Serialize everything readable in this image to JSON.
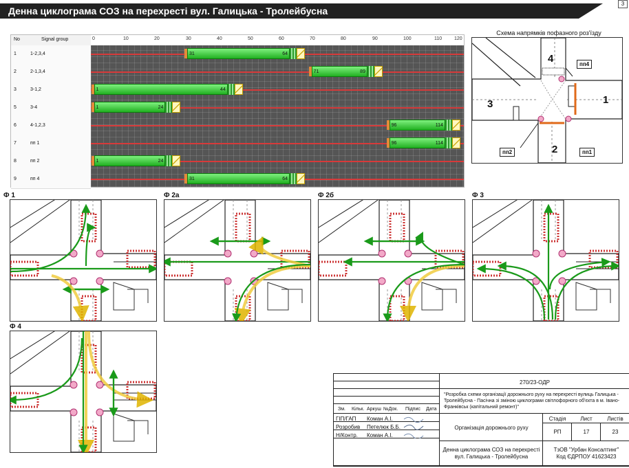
{
  "title": "Денна циклограма СОЗ на перехресті вул. Галицька - Тролейбусна",
  "corner_mark": "3",
  "cyclogram": {
    "header": {
      "no": "No",
      "group": "Signal group"
    },
    "scale_ticks": [
      "0",
      "10",
      "20",
      "30",
      "40",
      "50",
      "60",
      "70",
      "80",
      "90",
      "100",
      "110",
      "120"
    ],
    "cycle_length": 120,
    "rows": [
      {
        "no": "1",
        "group": "1-2,3,4",
        "start": 31,
        "end": 64
      },
      {
        "no": "2",
        "group": "2-1,3,4",
        "start": 71,
        "end": 89
      },
      {
        "no": "3",
        "group": "3-1,2",
        "start": 1,
        "end": 44
      },
      {
        "no": "5",
        "group": "3-4",
        "start": 1,
        "end": 24
      },
      {
        "no": "6",
        "group": "4-1,2,3",
        "start": 96,
        "end": 114
      },
      {
        "no": "7",
        "group": "пп 1",
        "start": 96,
        "end": 114
      },
      {
        "no": "8",
        "group": "пп 2",
        "start": 1,
        "end": 24
      },
      {
        "no": "9",
        "group": "пп 4",
        "start": 31,
        "end": 64
      }
    ]
  },
  "scheme": {
    "title": "Схема напрямків пофазного роз'їзду",
    "approaches": [
      "1",
      "2",
      "3",
      "4"
    ],
    "crossings": [
      "пп1",
      "пп2",
      "пп4"
    ]
  },
  "phases": [
    "Ф 1",
    "Ф 2а",
    "Ф 2б",
    "Ф 3",
    "Ф 4"
  ],
  "stamp": {
    "doc_code": "270/23-ОДР",
    "project": "\"Розробка схеми організації дорожнього руху на перехресті вулиць Галицька - Тролейбусна - Пасічна зі зміною циклограми світлофорного об'єкта в м. Івано-Франківськ (капітальний ремонт)\"",
    "col_headers": [
      "Зм.",
      "Кільк.",
      "Аркуш",
      "№Док.",
      "Підпис",
      "Дата"
    ],
    "people": [
      {
        "role": "ГІП/ГАП",
        "name": "Коман А.І."
      },
      {
        "role": "Розробив",
        "name": "Петелюк Б.Б."
      },
      {
        "role": "Н/Контр.",
        "name": "Коман А.І."
      }
    ],
    "section": "Організація дорожнього руху",
    "stage_label": "Стадія",
    "sheet_label": "Лист",
    "sheets_label": "Листів",
    "stage": "РП",
    "sheet": "17",
    "sheets": "23",
    "drawing_title": "Денна циклограма СОЗ на перехресті вул. Галицька - Тролейбусна",
    "org": "ТзОВ \"Урбан Консалтинг\"",
    "org_code": "Код ЄДРПОУ 41623423"
  },
  "colors": {
    "green": "#21b021",
    "red": "#d83a3a",
    "amber": "#e0b400",
    "road": "#ffffff"
  }
}
